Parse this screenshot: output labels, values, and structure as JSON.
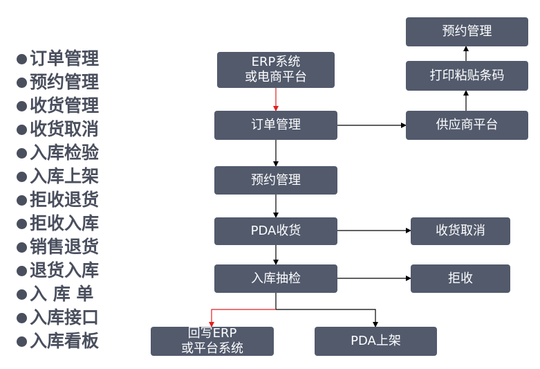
{
  "bullets": [
    "订单管理",
    "预约管理",
    "收货管理",
    "收货取消",
    "入库检验",
    "入库上架",
    "拒收退货",
    "拒收入库",
    "销售退货",
    "退货入库",
    "入 库 单",
    "入库接口",
    "入库看板"
  ],
  "nodes": {
    "erp": "ERP系统\n或电商平台",
    "order": "订单管理",
    "reserve_main": "预约管理",
    "pda_receive": "PDA收货",
    "inbound_check": "入库抽检",
    "writeback": "回写ERP\n或平台系统",
    "pda_shelf": "PDA上架",
    "supplier": "供应商平台",
    "print_label": "打印粘贴条码",
    "reserve_top": "预约管理",
    "cancel_receive": "收货取消",
    "reject": "拒收"
  },
  "colors": {
    "box": "#525a6c",
    "text": "#4a4f5e",
    "arrow": "#000000",
    "arrow_red": "#e02020"
  }
}
